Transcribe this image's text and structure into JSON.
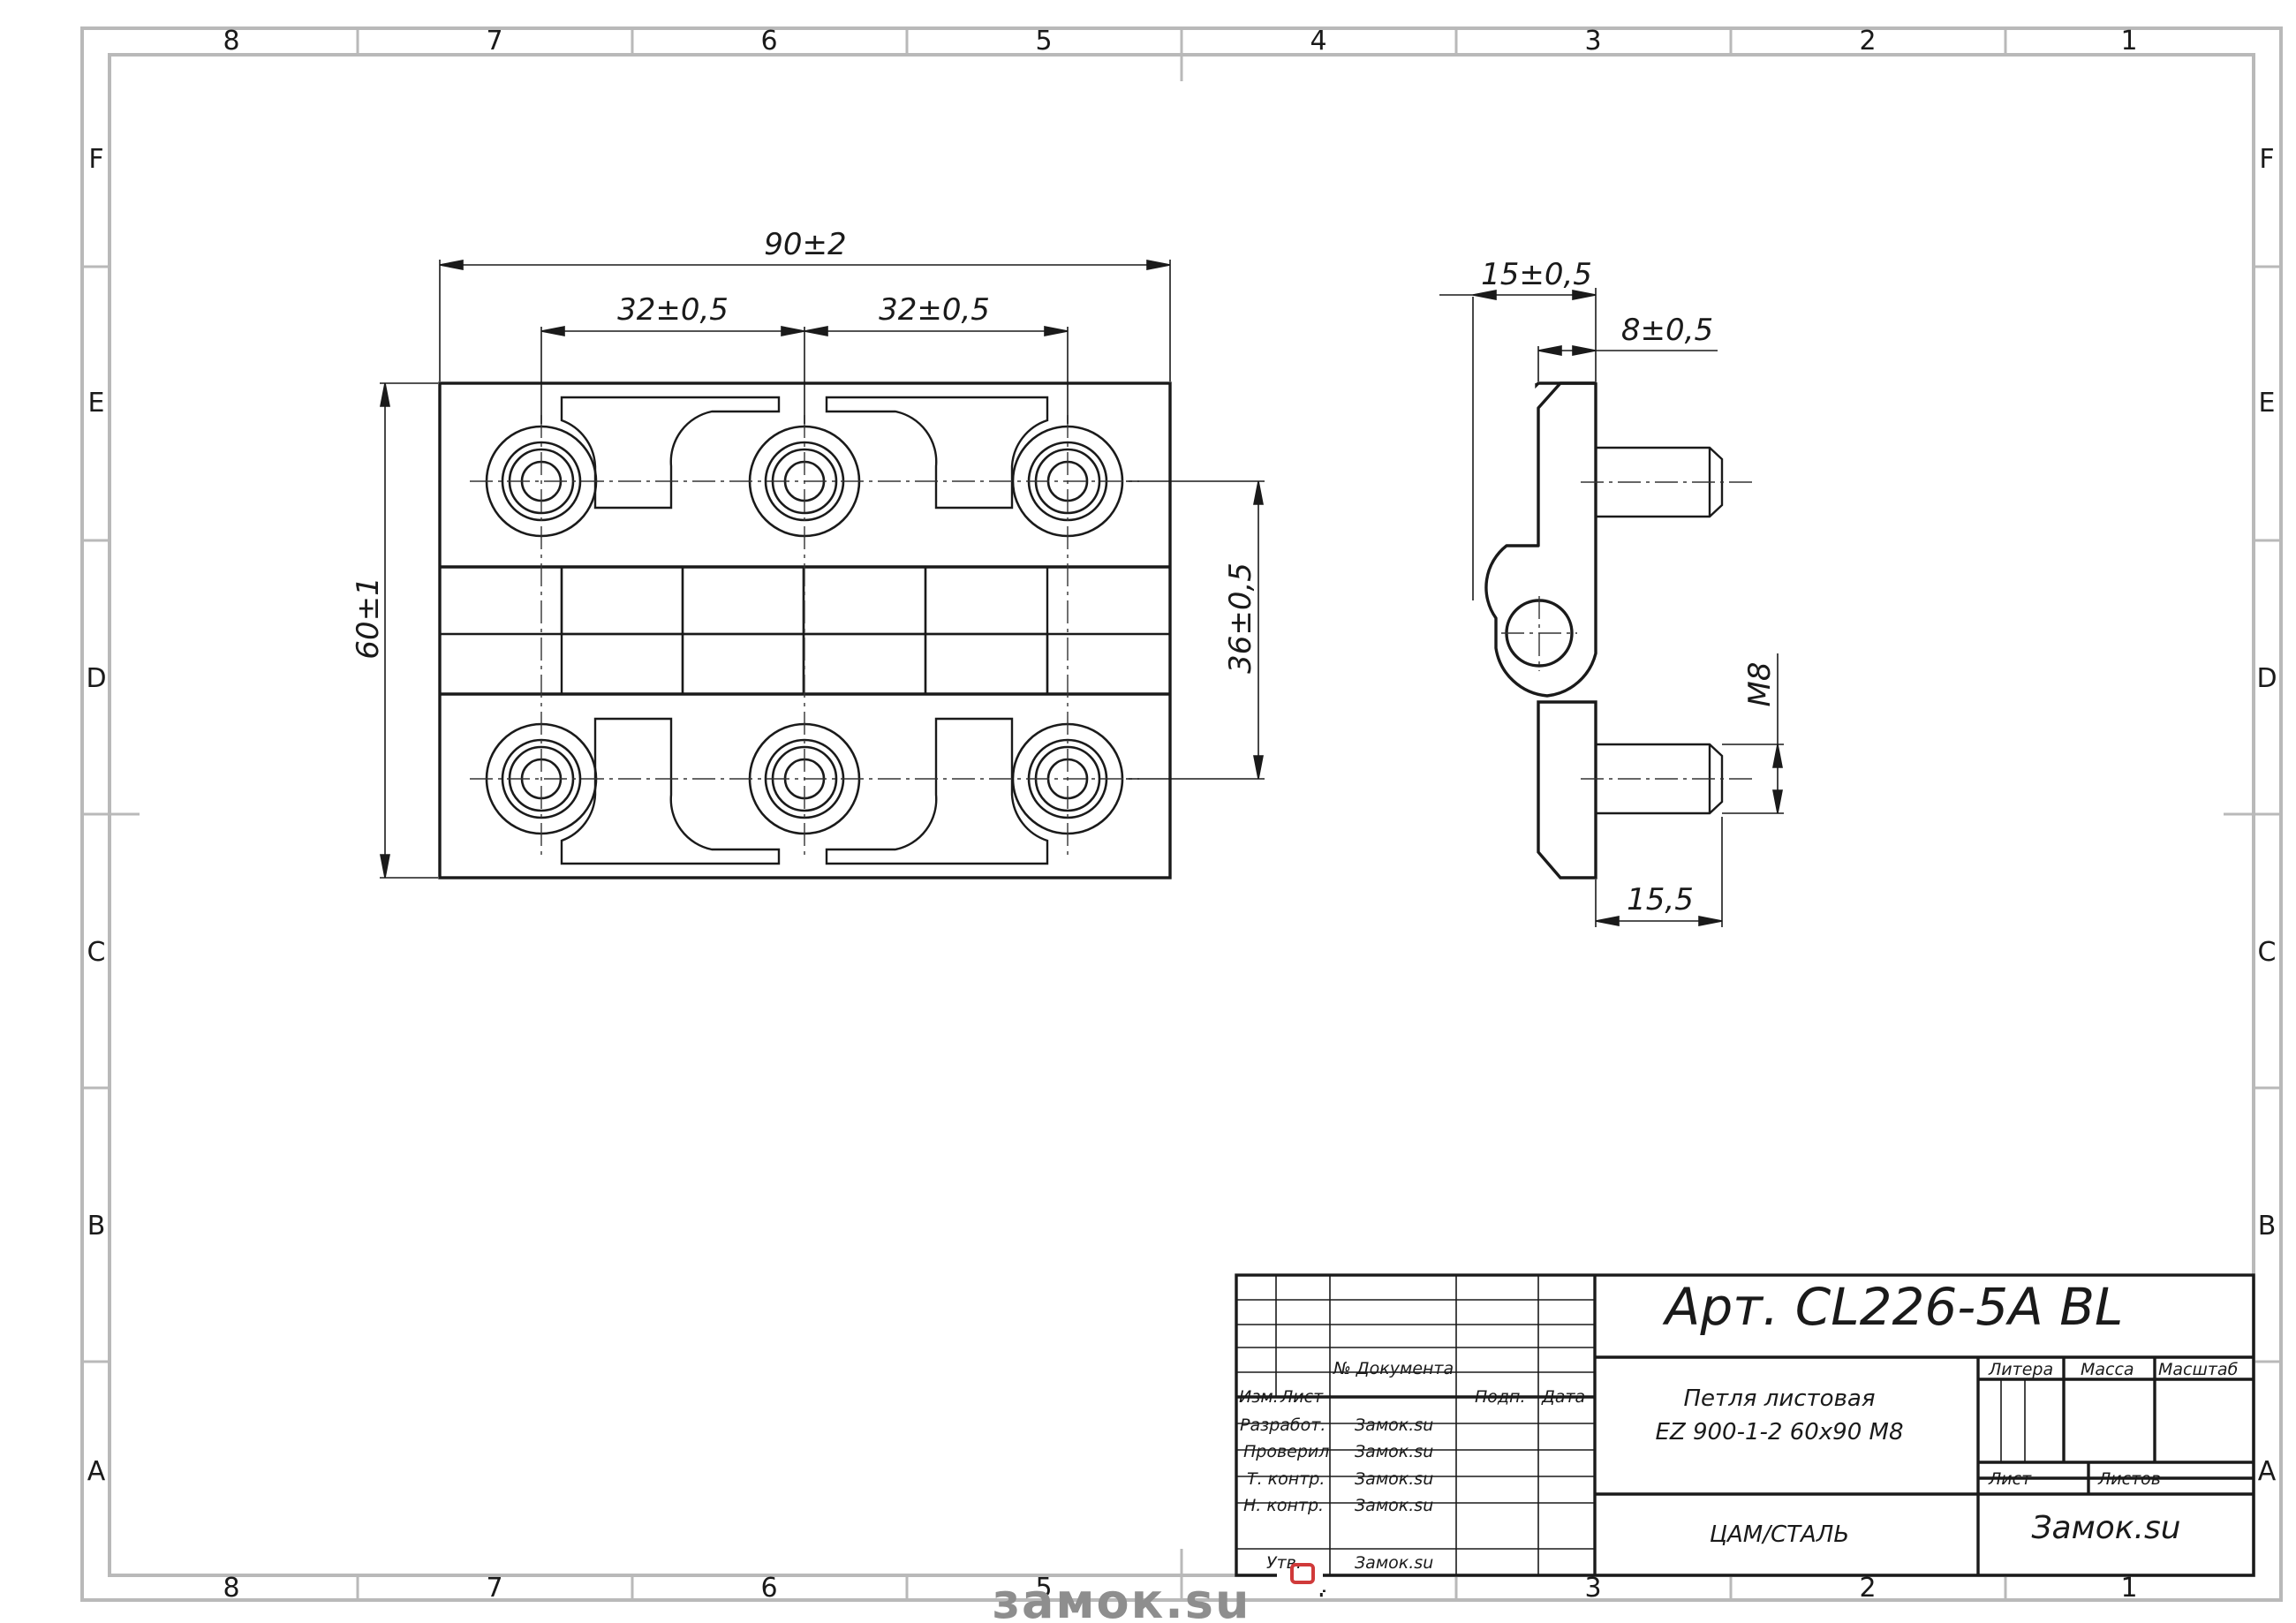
{
  "frame": {
    "columns": [
      "8",
      "7",
      "6",
      "5",
      "4",
      "3",
      "2",
      "1"
    ],
    "rows": [
      "F",
      "E",
      "D",
      "C",
      "B",
      "A"
    ]
  },
  "front_view": {
    "dims": {
      "overall_width": "90±2",
      "pitch_left": "32±0,5",
      "pitch_right": "32±0,5",
      "overall_height": "60±1",
      "hole_spacing": "36±0,5"
    }
  },
  "side_view": {
    "dims": {
      "leaf_depth": "15±0,5",
      "leaf_thickness": "8±0,5",
      "thread": "M8",
      "stud_length": "15,5"
    }
  },
  "title_block": {
    "article": "Арт. CL226-5A BL",
    "name_line1": "Петля листовая",
    "name_line2": "EZ 900-1-2 60x90 M8",
    "material": "ЦАМ/СТАЛЬ",
    "company": "Замок.su",
    "headers": {
      "izm": "Изм.",
      "list": "Лист",
      "doc_no": "№ Документа",
      "sign": "Подп.",
      "date": "Дата",
      "litera": "Литера",
      "mass": "Масса",
      "scale": "Масштаб",
      "sheet": "Лист",
      "sheets": "Листов"
    },
    "roles": [
      {
        "role": "Разработ.",
        "name": "Замок.su"
      },
      {
        "role": "Проверил",
        "name": "Замок.su"
      },
      {
        "role": "Т. контр.",
        "name": "Замок.su"
      },
      {
        "role": "Н. контр.",
        "name": "Замок.su"
      },
      {
        "role": "Утв.",
        "name": "Замок.su"
      }
    ]
  },
  "watermark": {
    "text": "замок.su",
    "accent_color": "#d03a3a",
    "text_color": "#8e8e8e"
  }
}
